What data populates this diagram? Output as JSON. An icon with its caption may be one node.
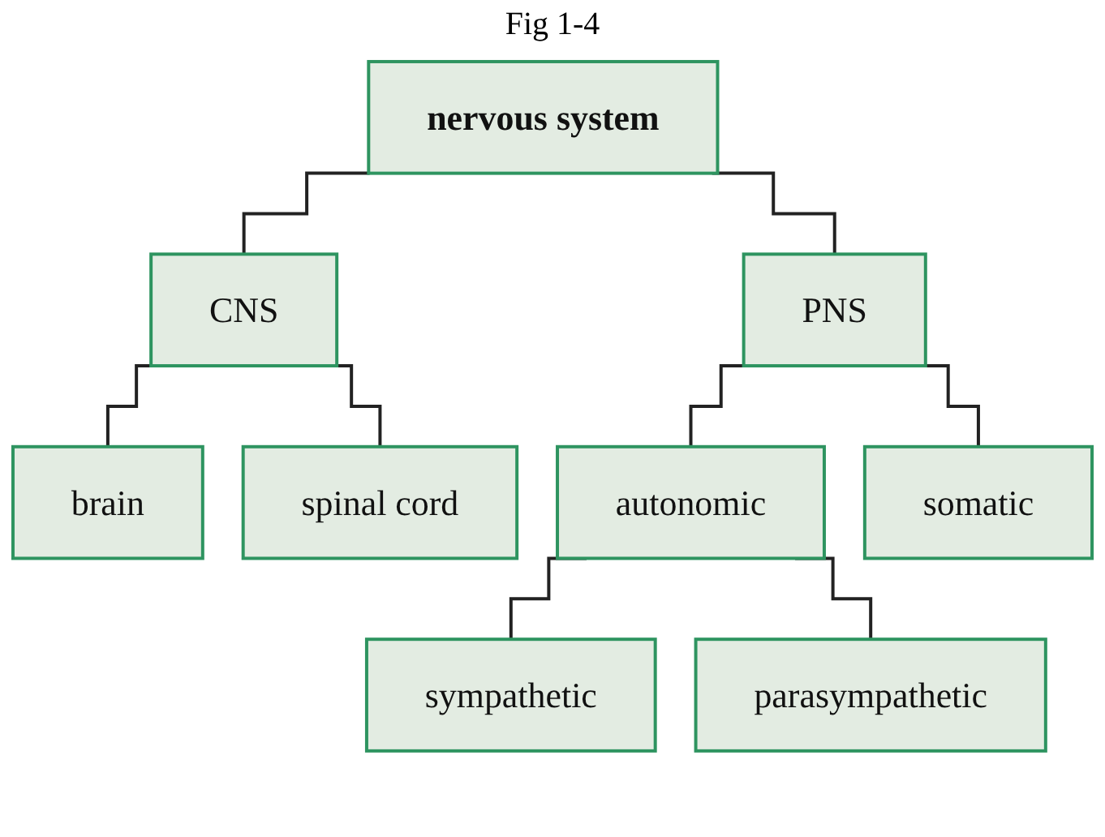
{
  "diagram": {
    "title": "Fig 1-4",
    "nodes": [
      {
        "text": [
          "nervous system"
        ]
      },
      {
        "text": [
          "CNS"
        ]
      },
      {
        "text": [
          "PNS"
        ]
      },
      {
        "text": [
          "brain"
        ]
      },
      {
        "text": [
          "spinal cord"
        ]
      },
      {
        "text": [
          "autonomic"
        ]
      },
      {
        "text": [
          "somatic"
        ]
      },
      {
        "text": [
          "sympathetic"
        ]
      },
      {
        "text": [
          "parasympathetic"
        ]
      }
    ],
    "edges": [
      {
        "from": 0,
        "to": 1,
        "arrow": "none"
      },
      {
        "from": 0,
        "to": 2,
        "arrow": "none"
      },
      {
        "from": 1,
        "to": 3,
        "arrow": "none"
      },
      {
        "from": 1,
        "to": 4,
        "arrow": "none"
      },
      {
        "from": 2,
        "to": 5,
        "arrow": "none"
      },
      {
        "from": 2,
        "to": 6,
        "arrow": "none"
      },
      {
        "from": 5,
        "to": 7,
        "arrow": "none"
      },
      {
        "from": 5,
        "to": 8,
        "arrow": "none"
      }
    ]
  }
}
